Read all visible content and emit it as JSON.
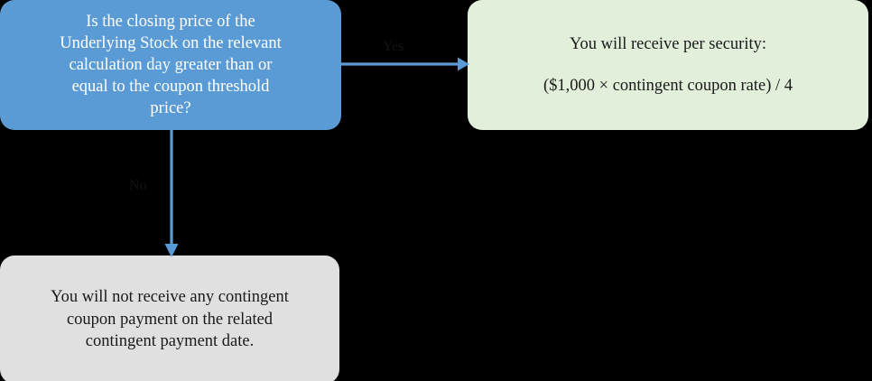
{
  "diagram": {
    "background_color": "#000000",
    "accent_color": "#5B9BD5",
    "decision": {
      "fill": "#5B9BD5",
      "text_color": "#FFFFFF",
      "lines": [
        "Is the closing price of the",
        "Underlying Stock on the relevant",
        "calculation day greater than or",
        "equal to the coupon threshold",
        "price?"
      ]
    },
    "yes_outcome": {
      "fill": "#E2EFDA",
      "text_color": "#1A1A1A",
      "line1": "You will receive per security:",
      "line2": "($1,000 × contingent coupon rate) / 4"
    },
    "no_outcome": {
      "fill": "#E0E0E0",
      "text_color": "#1A1A1A",
      "lines": [
        "You will not receive any contingent",
        "coupon payment on the related",
        "contingent payment date."
      ]
    },
    "edges": {
      "yes_label": "Yes",
      "no_label": "No"
    }
  }
}
